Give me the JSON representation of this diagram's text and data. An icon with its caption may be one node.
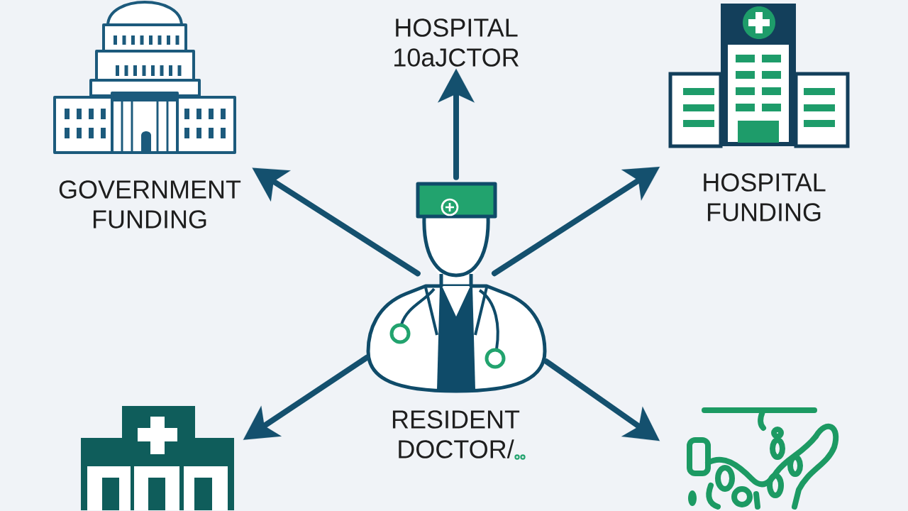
{
  "diagram": {
    "nodes": [
      {
        "text": [
          "GOVERNMENT FUNDING"
        ]
      },
      {
        "text": [
          "HOSPITAL 10aJCTOR"
        ]
      },
      {
        "text": [
          "HOSPITAL FUNDING"
        ]
      },
      {
        "text": [
          "RESIDENT DOCTOR/"
        ]
      },
      {
        "text": [],
        "shape": "picture"
      },
      {
        "text": [],
        "shape": "picture"
      }
    ],
    "edges": [
      {
        "from": 3,
        "to": 0,
        "arrow": "to"
      },
      {
        "from": 3,
        "to": 1,
        "arrow": "to"
      },
      {
        "from": 3,
        "to": 2,
        "arrow": "to"
      },
      {
        "from": 3,
        "to": 4,
        "arrow": "to"
      },
      {
        "from": 3,
        "to": 5,
        "arrow": "to"
      }
    ]
  }
}
